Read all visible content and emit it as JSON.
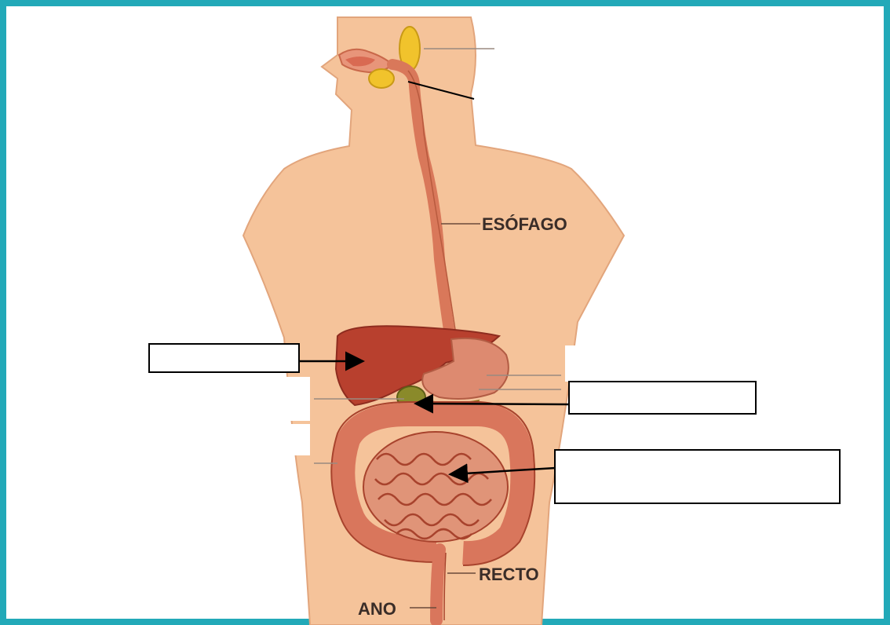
{
  "colors": {
    "frame": "#22a9b8",
    "skin": "#f5c39a",
    "skin_outline": "#e2a57c",
    "esophagus": "#d9785a",
    "liver": "#b8402e",
    "stomach": "#dd8a70",
    "intestine": "#d9765c",
    "intestine_outline": "#a8432d",
    "gallbladder": "#8a8a2a",
    "salivary": "#f1c32c",
    "label": "#3a2d28"
  },
  "labels": {
    "esofago": "ESÓFAGO",
    "recto": "RECTO",
    "ano": "ANO"
  },
  "answer_boxes": {
    "liver": "",
    "gallbladder": "",
    "small_intestine": ""
  }
}
